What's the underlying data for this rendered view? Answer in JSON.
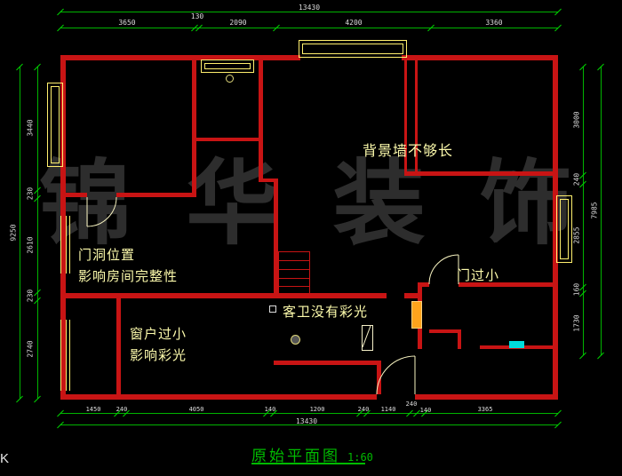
{
  "window": {
    "corner_label": "K"
  },
  "title_block": {
    "name": "原始平面图",
    "scale": "1:60"
  },
  "watermark": {
    "chars": [
      "锦",
      "华",
      "装",
      "饰"
    ]
  },
  "annotations": {
    "bg_wall": "背景墙不够长",
    "door_pos_line1": "门洞位置",
    "door_pos_line2": "影响房间完整性",
    "window_small_line1": "窗户过小",
    "window_small_line2": "影响彩光",
    "bath_no_light": "客卫没有彩光",
    "door_small": "门过小"
  },
  "dimensions": {
    "top": {
      "overall": "13430",
      "segments": [
        "3650",
        "130",
        "2090",
        "4200",
        "3360"
      ]
    },
    "left": {
      "overall": "9250",
      "segments": [
        "3440",
        "230",
        "2610",
        "230",
        "2740"
      ]
    },
    "right": {
      "overall": "7985",
      "segments": [
        "3000",
        "240",
        "2855",
        "160",
        "1730"
      ]
    },
    "bottom": {
      "overall": "13430",
      "segments": [
        "1450",
        "240",
        "4050",
        "140",
        "1200",
        "240",
        "1140",
        "240",
        "140",
        "3365"
      ]
    }
  },
  "colors": {
    "background": "#000000",
    "wall": "#c81414",
    "window_symbol": "#ffef6e",
    "dimension_line": "#00b400",
    "dimension_text": "#dcdcdc",
    "annotation_text": "#fdfbac",
    "title_text": "#00bb00",
    "watermark_text": "#2d2d2d",
    "door_leaf_orange": "#ffa41c",
    "fixture_cyan": "#00dcdc"
  }
}
